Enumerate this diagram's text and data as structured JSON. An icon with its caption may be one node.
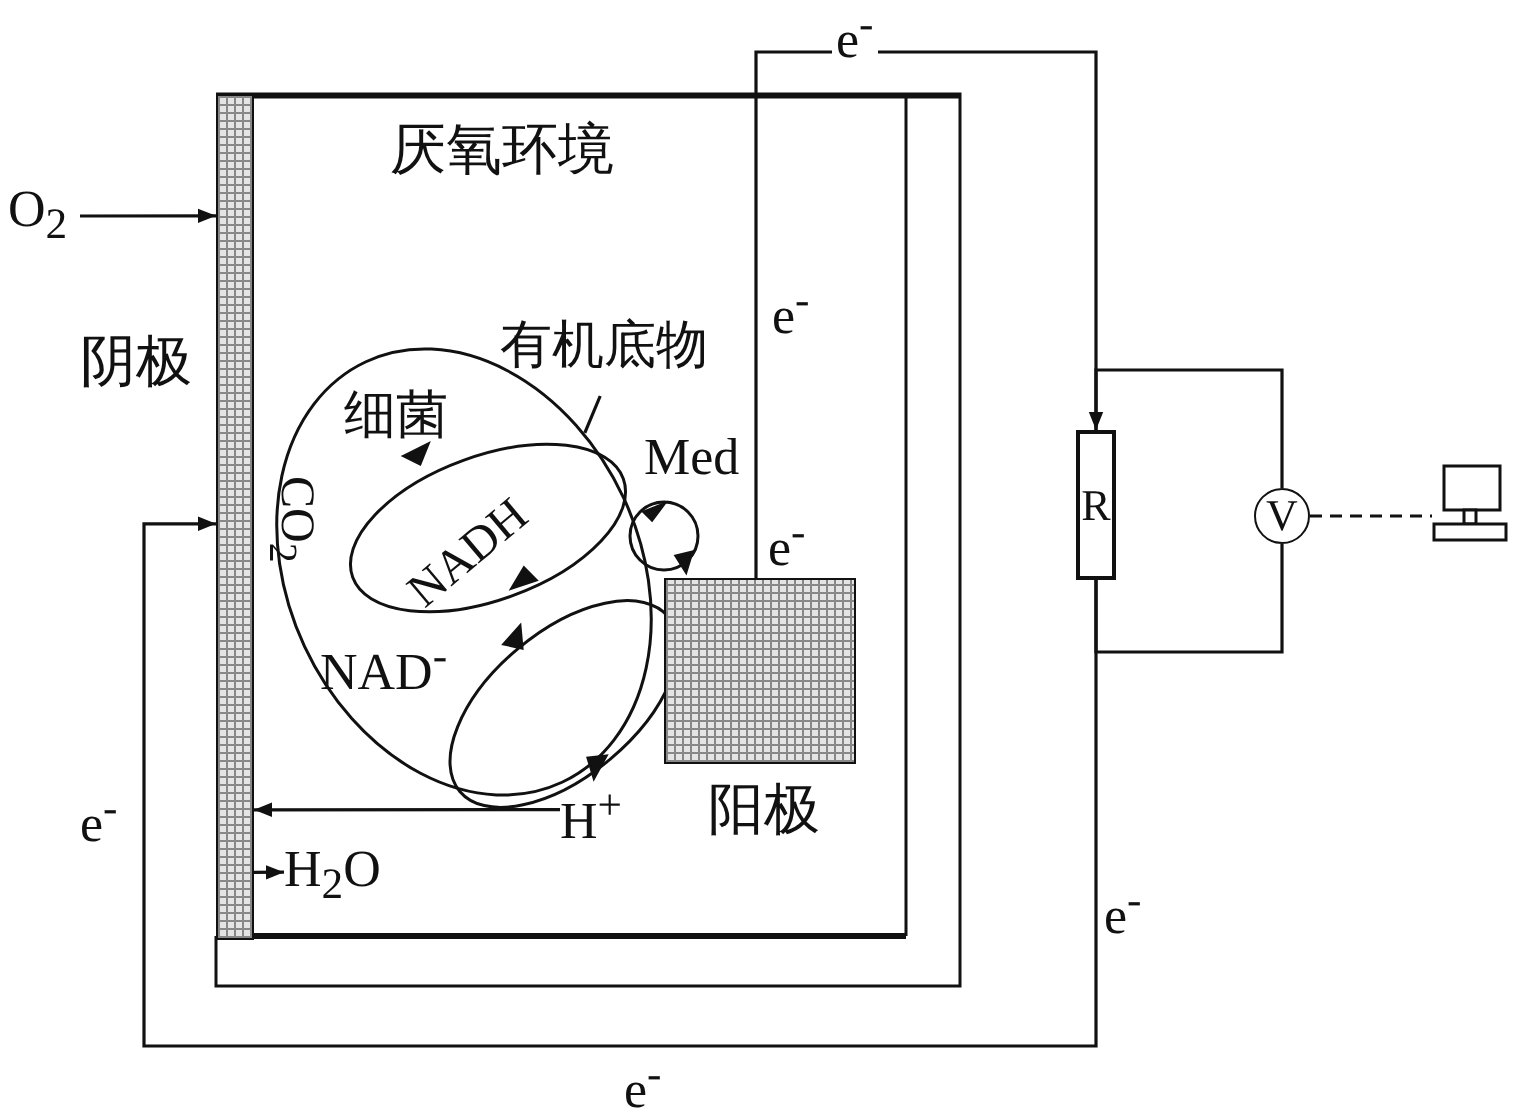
{
  "diagram": {
    "nodes": [
      {
        "text": [
          "O$_{2}$"
        ]
      },
      {
        "text": [],
        "shape": "bar"
      },
      {
        "text": [
          "H$_{2}$O"
        ]
      },
      {
        "text": [
          "H$^{+}$"
        ]
      },
      {
        "text": [
          "有机底物"
        ]
      },
      {
        "text": [
          "细菌"
        ]
      },
      {
        "text": [],
        "shape": "box"
      },
      {
        "text": [
          "R"
        ]
      },
      {
        "text": [
          "V"
        ]
      },
      {
        "text": [],
        "shape": "computer"
      }
    ],
    "edges": [
      {
        "from": 0,
        "to": 1,
        "arrow": "to"
      },
      {
        "from": 3,
        "to": 1,
        "arrow": "to"
      },
      {
        "from": 1,
        "to": 2,
        "arrow": "to"
      },
      {
        "from": 4,
        "to": 5,
        "arrow": "none"
      },
      {
        "from": 6,
        "to": 7,
        "arrow": "to",
        "label": "e$^{-}$"
      },
      {
        "from": 7,
        "to": 8,
        "arrow": "none"
      },
      {
        "from": 7,
        "to": 8,
        "arrow": "none"
      },
      {
        "from": 8,
        "to": 9,
        "arrow": "none",
        "style": "dashed"
      },
      {
        "from": 7,
        "to": 1,
        "arrow": "to"
      }
    ],
    "labels": [
      "厌氧环境",
      "e$^{-}$",
      "阴极",
      "Med",
      "CO$_{2}$",
      "NADH",
      "e$^{-}$",
      "NAD$^{-}$",
      "e$^{-}$",
      "阳极",
      "e$^{-}$",
      "e$^{-}$"
    ]
  }
}
